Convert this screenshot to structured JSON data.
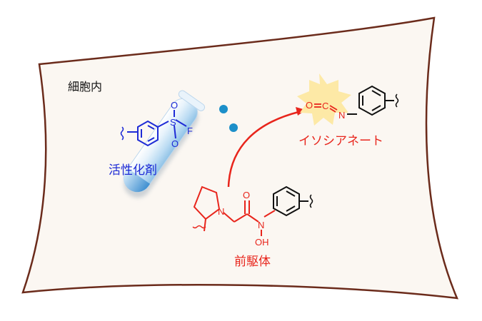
{
  "labels": {
    "cell_interior": "細胞内",
    "activator": "活性化剤",
    "isocyanate": "イソシアネート",
    "precursor": "前駆体"
  },
  "atoms": {
    "sulfur": "S",
    "oxygen_top": "O",
    "oxygen_bottom": "O",
    "fluorine": "F",
    "iso_oxygen": "O",
    "iso_carbon": "C",
    "iso_nitrogen": "N",
    "pyrrolidine_n": "N",
    "carbonyl_o": "O",
    "amide_n": "N",
    "hydroxyl": "OH"
  },
  "colors": {
    "cell_fill": "#fbf7f2",
    "cell_border": "#6b2b1b",
    "activator": "#1e2bd6",
    "precursor": "#e8251c",
    "isocyanate_molecule": "#e8251c",
    "aryl_black": "#111111",
    "burst": "#fde9a6",
    "droplet": "#1c8fc9",
    "arrow": "#e8251c"
  },
  "icons": {
    "test_tube": "test-tube-icon",
    "burst": "starburst-icon",
    "arrow": "curved-arrow-icon"
  }
}
